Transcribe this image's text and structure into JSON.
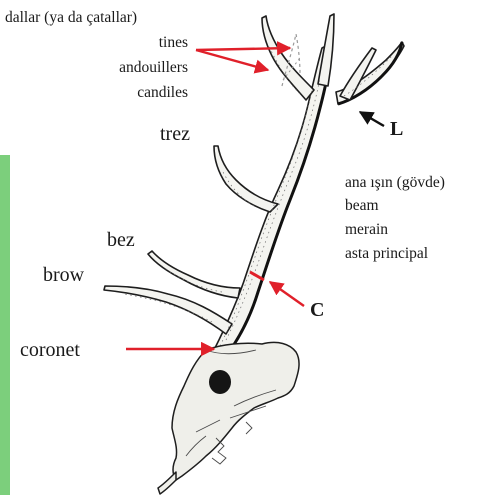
{
  "labels": {
    "points_tr": "dallar (ya da çatallar)",
    "points_en": "tines",
    "points_fr": "andouillers",
    "points_es": "candiles",
    "trez": "trez",
    "bez": "bez",
    "brow": "brow",
    "coronet": "coronet",
    "beam_tr": "ana ışın (gövde)",
    "beam_en": "beam",
    "beam_fr": "merain",
    "beam_es": "asta principal",
    "length": "L",
    "circumference": "C"
  },
  "colors": {
    "accent_bar": "#7ccf7c",
    "arrow_red": "#e0202a",
    "arrow_black": "#111111",
    "text": "#1a1a1a"
  }
}
